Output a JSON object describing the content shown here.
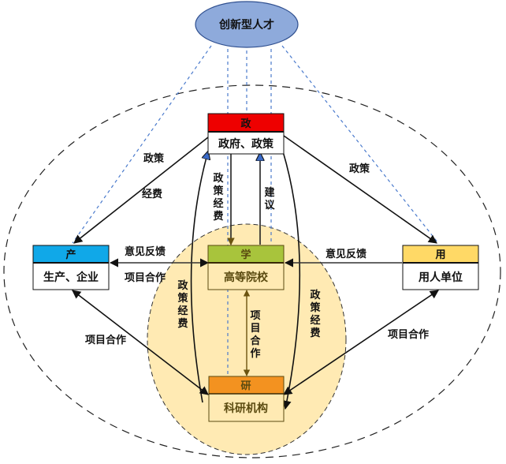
{
  "diagram": {
    "top_node": {
      "label": "创新型人才",
      "fill": "#8eaadb"
    },
    "nodes": {
      "zheng": {
        "title": "政",
        "body": "政府、政策",
        "title_color": "#ee0000"
      },
      "chan": {
        "title": "产",
        "body": "生产、企业",
        "title_color": "#10a8e8"
      },
      "xue": {
        "title": "学",
        "body": "高等院校",
        "title_color": "#a8c43c"
      },
      "yong": {
        "title": "用",
        "body": "用人单位",
        "title_color": "#ffd966"
      },
      "yan": {
        "title": "研",
        "body": "科研机构",
        "title_color": "#f39220"
      }
    },
    "edge_labels": {
      "zheng_to_chan_1": "政策",
      "zheng_to_chan_2": "经费",
      "zheng_to_yong": "政策",
      "zheng_to_xue": [
        "政",
        "策",
        "经",
        "费"
      ],
      "xue_to_zheng": [
        "建",
        "议"
      ],
      "chan_xue_top": "意见反馈",
      "chan_xue_bottom": "项目合作",
      "yong_xue": "意见反馈",
      "zheng_yan_left": [
        "政",
        "策",
        "经",
        "费"
      ],
      "zheng_yan_right": [
        "政",
        "策",
        "经",
        "费"
      ],
      "xue_yan": [
        "项",
        "目",
        "合",
        "作"
      ],
      "chan_yan": "项目合作",
      "yong_yan": "项目合作"
    },
    "colors": {
      "inner_ellipse": "#ffeab3",
      "dashed_blue": "#4a7acc",
      "top_node_fill": "#8eaadb"
    }
  }
}
